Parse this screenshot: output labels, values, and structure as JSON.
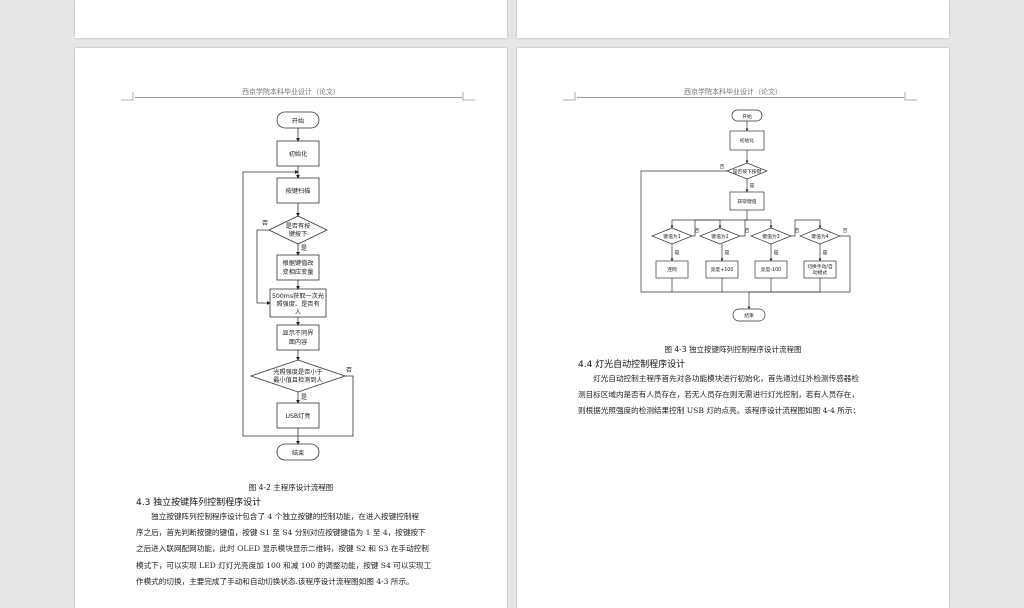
{
  "header_text": "西京学院本科毕业设计（论文）",
  "left_page": {
    "flowchart": {
      "start": "开始",
      "init": "初始化",
      "key_scan": "按键扫描",
      "key_pressed_line1": "是否有按",
      "key_pressed_line2": "键按下",
      "no": "否",
      "yes": "是",
      "change_line1": "根据键值改",
      "change_line2": "变相应变量",
      "sample_line1": "500ms获取一次光",
      "sample_line2": "照强度、是否有",
      "sample_line3": "人",
      "display_line1": "显示不同界",
      "display_line2": "面内容",
      "cond_line1": "光照强度是否小于",
      "cond_line2": "最小值且检测到人",
      "usb_on": "USB灯亮",
      "end": "结束"
    },
    "caption": "图 4-2  主程序设计流程图",
    "section_title": "4.3  独立按键阵列控制程序设计",
    "paragraph_lines": [
      "　　独立按键阵列控制程序设计包含了 4 个独立按键的控制功能，在进入按键控制程",
      "序之后，首先判断按键的键值，按键 S1 至 S4 分别对应按键键值为 1 至 4，按键按下",
      "之后进入联网配网功能，此时 OLED 显示模块显示二维码，按键 S2 和 S3 在手动控制",
      "模式下，可以实现 LED 灯灯光亮度加 100 和减 100 的调整功能，按键 S4 可以实现工",
      "作模式的切换，主要完成了手动和自动切换状态.该程序设计流程图如图 4-3 所示。"
    ]
  },
  "right_page": {
    "flowchart": {
      "start": "开始",
      "init": "初始化",
      "key_pressed": "是否按下按键",
      "no": "否",
      "yes": "是",
      "get_key": "获取键值",
      "k1": "键值为1",
      "k2": "键值为2",
      "k3": "键值为3",
      "k4": "键值为4",
      "a1": "连网",
      "a2": "亮度+100",
      "a3": "亮度-100",
      "a4_line1": "切换手动/自",
      "a4_line2": "动模式",
      "end": "结束"
    },
    "caption": "图 4-3  独立按键阵列控制程序设计流程图",
    "section_title": "4.4  灯光自动控制程序设计",
    "paragraph_lines": [
      "　　灯光自动控制主程序首先对各功能模块进行初始化，首先通过红外检测传感器检",
      "测目标区域内是否有人员存在，若无人员存在则无需进行灯光控制，若有人员存在，",
      "则根据光照强度的检测结果控制 USB 灯的点亮。该程序设计流程图如图 4-4 所示："
    ]
  }
}
